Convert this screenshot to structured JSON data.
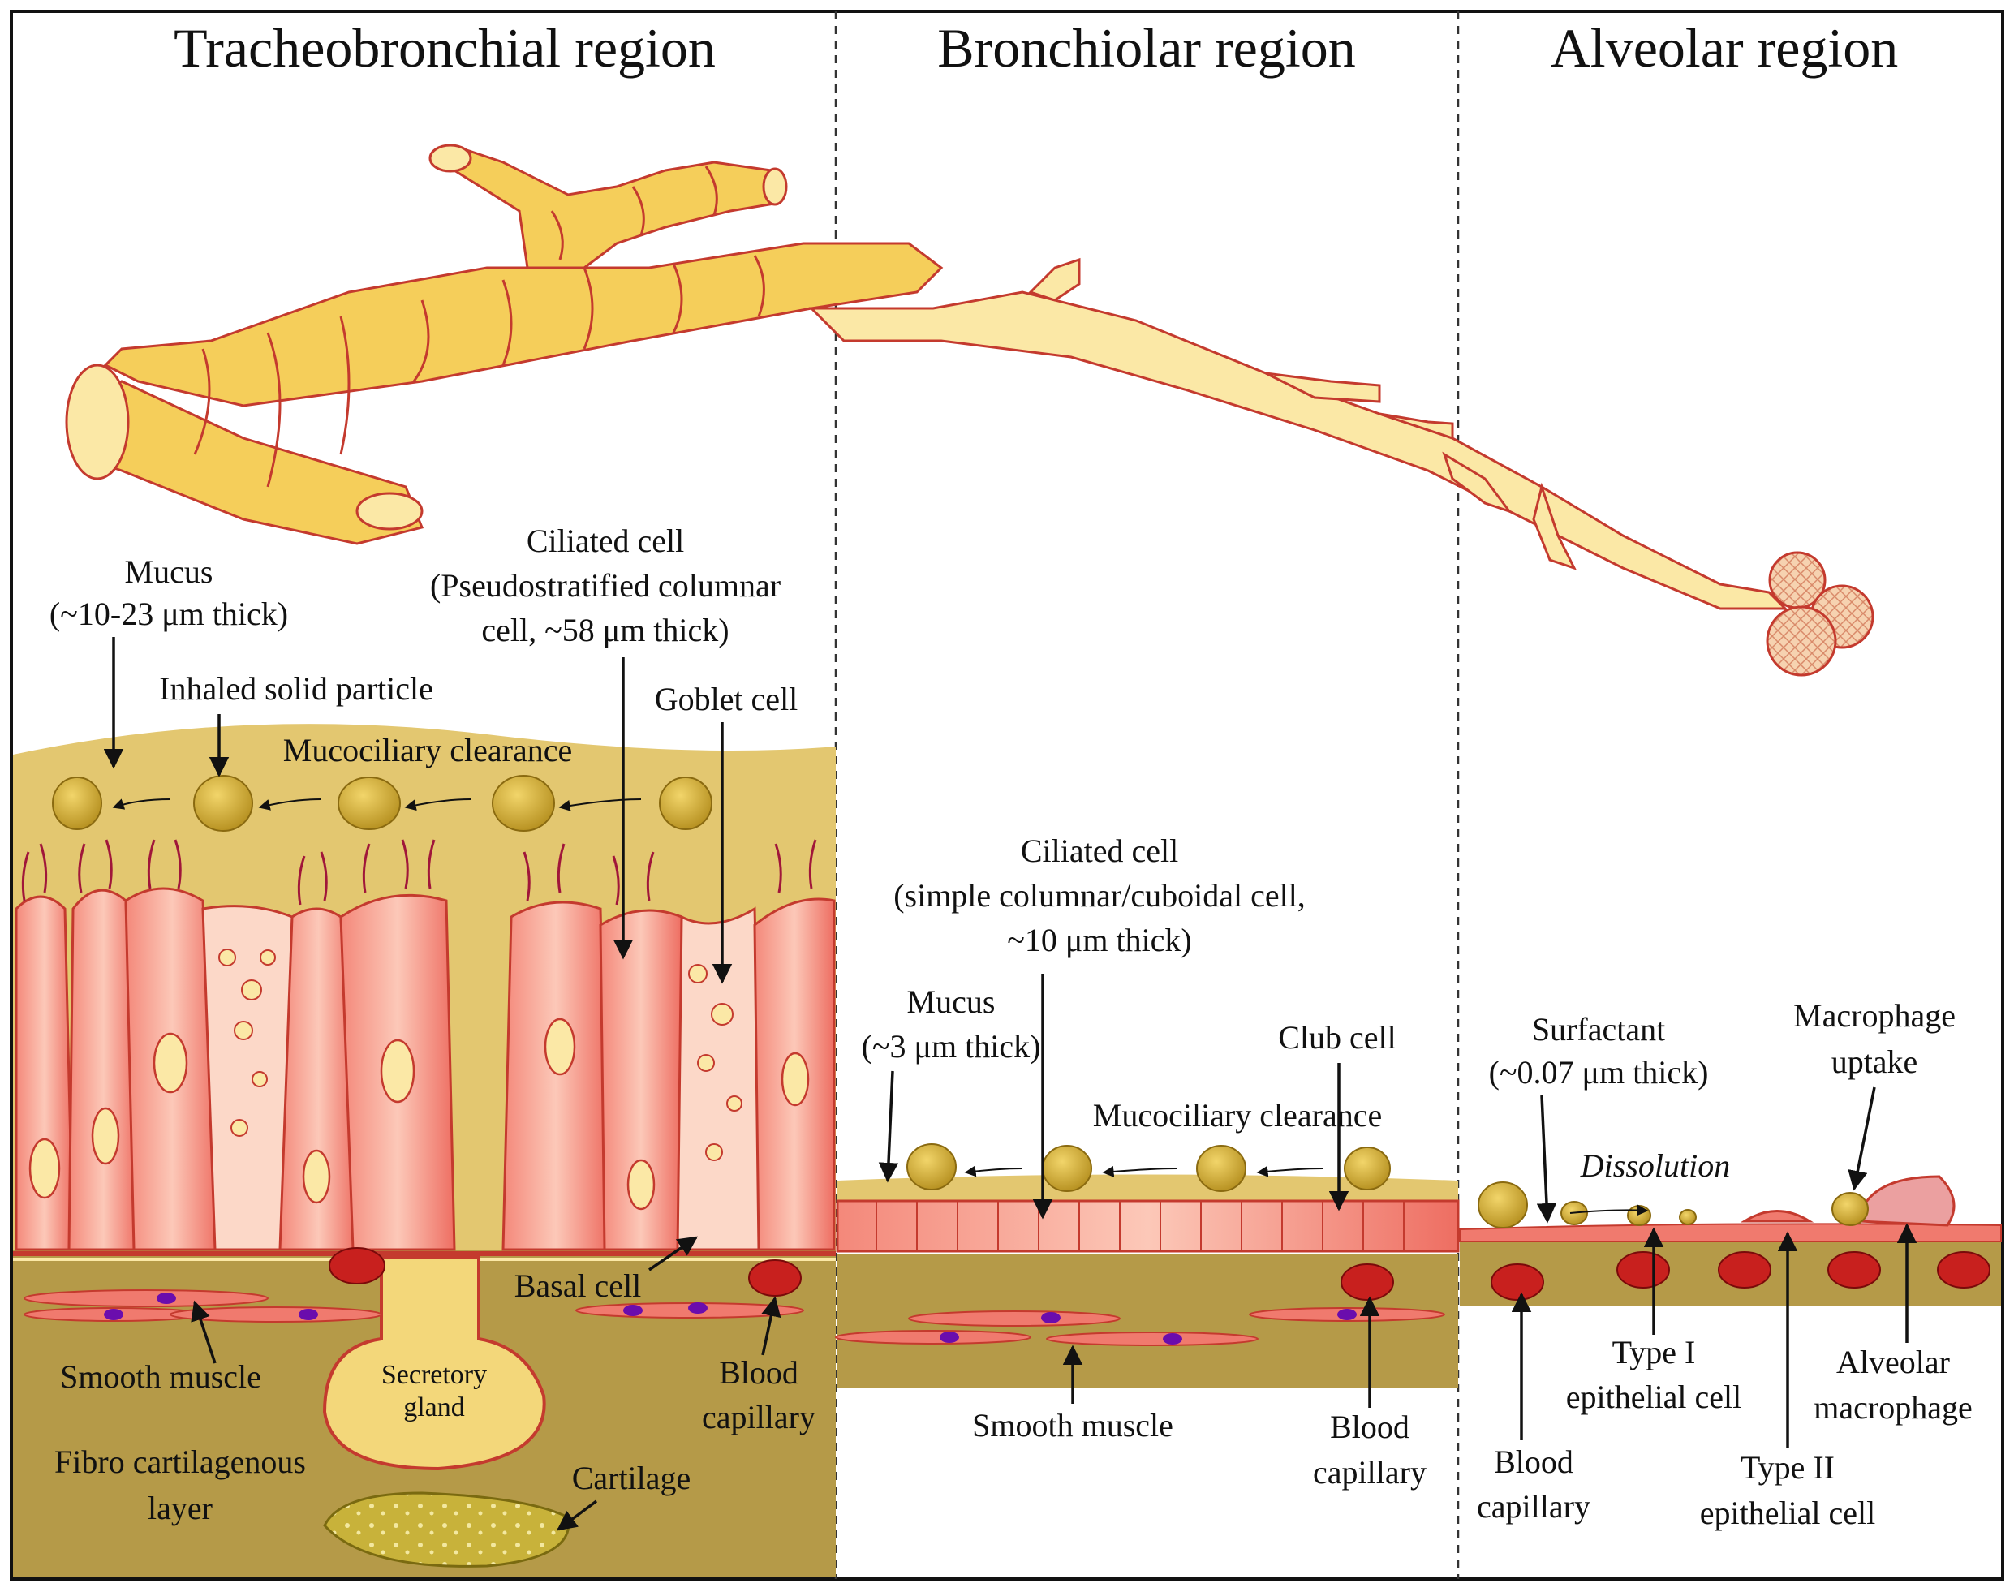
{
  "headers": {
    "tracheobronchial": "Tracheobronchial region",
    "bronchiolar": "Bronchiolar region",
    "alveolar": "Alveolar region"
  },
  "tracheobronchial": {
    "mucus_line1": "Mucus",
    "mucus_line2": "(~10-23 μm thick)",
    "ciliated_line1": "Ciliated cell",
    "ciliated_line2": "(Pseudostratified columnar",
    "ciliated_line3": "cell, ~58 μm thick)",
    "inhaled_particle": "Inhaled solid particle",
    "goblet_cell": "Goblet cell",
    "mucociliary": "Mucociliary clearance",
    "basal_cell": "Basal cell",
    "smooth_muscle": "Smooth muscle",
    "secretory_line1": "Secretory",
    "secretory_line2": "gland",
    "blood_line1": "Blood",
    "blood_line2": "capillary",
    "fibro_line1": "Fibro cartilagenous",
    "fibro_line2": "layer",
    "cartilage": "Cartilage"
  },
  "bronchiolar": {
    "ciliated_line1": "Ciliated cell",
    "ciliated_line2": "(simple columnar/cuboidal cell,",
    "ciliated_line3": "~10 μm thick)",
    "mucus_line1": "Mucus",
    "mucus_line2": "(~3 μm thick)",
    "club_cell": "Club cell",
    "mucociliary": "Mucociliary clearance",
    "smooth_muscle": "Smooth muscle",
    "blood_line1": "Blood",
    "blood_line2": "capillary"
  },
  "alveolar": {
    "surfactant_line1": "Surfactant",
    "surfactant_line2": "(~0.07 μm thick)",
    "macrophage_uptake_line1": "Macrophage",
    "macrophage_uptake_line2": "uptake",
    "dissolution": "Dissolution",
    "type1_line1": "Type I",
    "type1_line2": "epithelial cell",
    "alv_macrophage_line1": "Alveolar",
    "alv_macrophage_line2": "macrophage",
    "blood_line1": "Blood",
    "blood_line2": "capillary",
    "type2_line1": "Type II",
    "type2_line2": "epithelial cell"
  },
  "colors": {
    "airway": "#F5CE5A",
    "airway_light": "#FBE8A6",
    "airway_stroke": "#C43A2E",
    "mucus": "#E3C770",
    "tissue": "#B59A48",
    "cell": "#F07A6E",
    "cell_light": "#FBD0C0",
    "particle": "#D9B23A",
    "rbc": "#C8201E",
    "nucleus": "#6A0DAD"
  }
}
